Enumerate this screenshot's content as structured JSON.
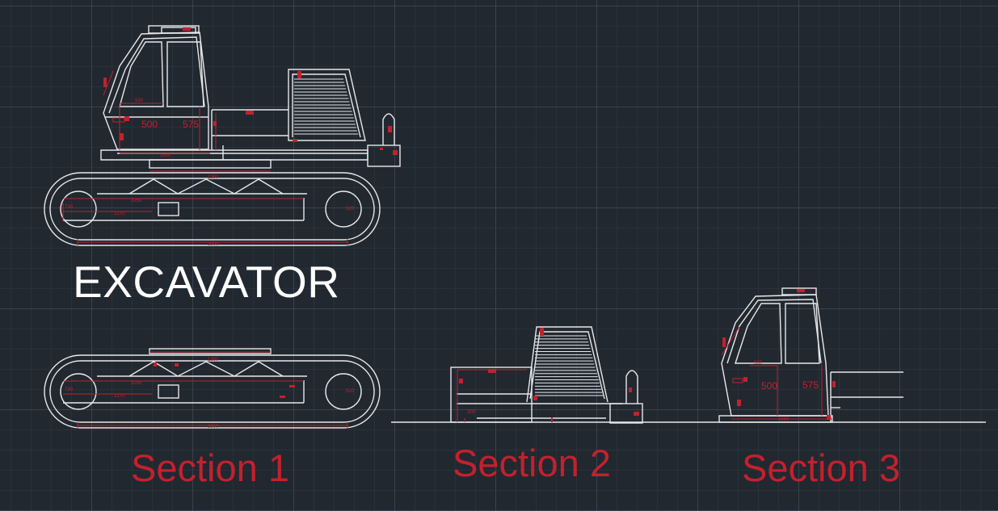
{
  "drawing": {
    "title": "EXCAVATOR",
    "sections": [
      {
        "label": "Section 1"
      },
      {
        "label": "Section 2"
      },
      {
        "label": "Section 3"
      }
    ],
    "dimensions": {
      "cab_width": "500",
      "cab_height": "575",
      "track_top": "1380",
      "track_inner": "3250",
      "track_length": "1270",
      "track_height": "730",
      "track_overall": "3900",
      "cab_small": "530",
      "wheel_dim": "520",
      "base_dim": "200",
      "cab_base": "1500"
    },
    "colors": {
      "background": "#212830",
      "line": "#e8e8ea",
      "dimension": "#c4202d"
    }
  }
}
